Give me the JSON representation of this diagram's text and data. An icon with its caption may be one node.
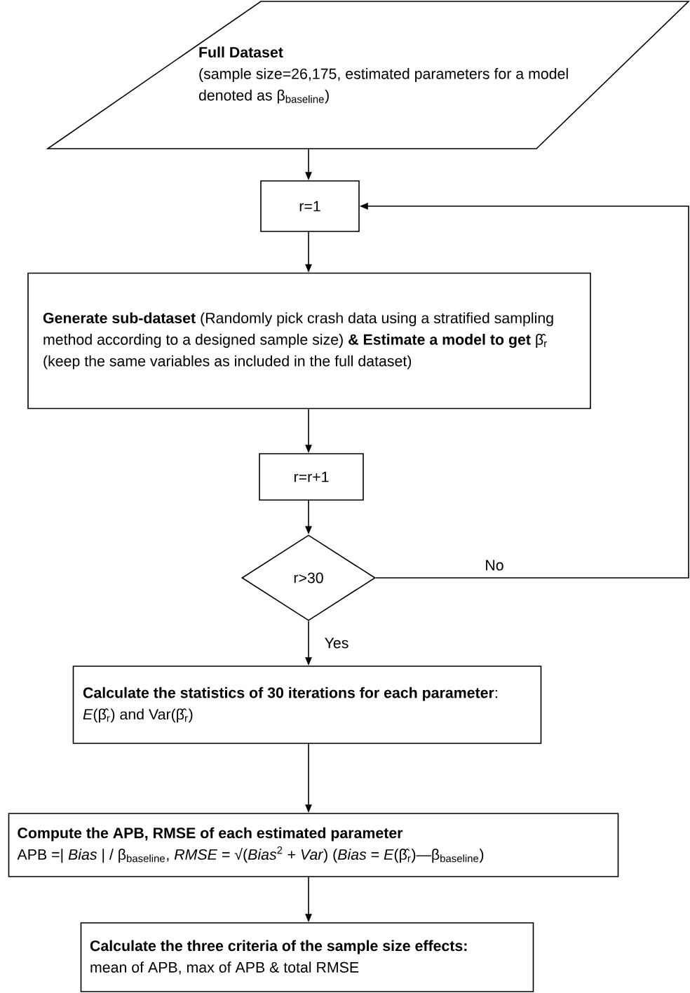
{
  "diagram": {
    "nodes": [
      {
        "text": [
          "Full Dataset",
          "(sample size=26,175, estimated parameters for a model denoted as β$_{baseline}$)"
        ]
      },
      {
        "text": [
          "r=1"
        ]
      },
      {
        "text": [
          "**Generate sub-dataset** (Randomly pick crash data using a stratified sampling method according to a designed sample size) **& Estimate a model to get** β̂$_{r}$ (keep the same variables as included in the full dataset)"
        ]
      },
      {
        "text": [
          "r=r+1"
        ]
      },
      {
        "text": [
          "r>30"
        ]
      },
      {
        "text": [
          "**Calculate the statistics of 30 iterations for each parameter**: *E*(β̂$_{r}$) and Var(β̂$_{r}$)"
        ]
      },
      {
        "text": [
          "Compute the APB, RMSE of each estimated parameter",
          "APB =| *Bias* | / β$_{baseline}$, *RMSE* = √(*Bias*$^{2}$ + *Var*)   (*Bias* = *E*(β̂$_{r}$)—β$_{baseline}$)"
        ]
      },
      {
        "text": [
          "Calculate the three criteria of the sample size effects:",
          "mean of APB, max of APB & total RMSE"
        ]
      }
    ],
    "edges": [
      {
        "from": 0,
        "to": 1,
        "arrow": "to"
      },
      {
        "from": 1,
        "to": 2,
        "arrow": "to"
      },
      {
        "from": 2,
        "to": 3,
        "arrow": "to"
      },
      {
        "from": 3,
        "to": 4,
        "arrow": "to"
      },
      {
        "from": 4,
        "to": 1,
        "arrow": "to",
        "label": "No"
      },
      {
        "from": 4,
        "to": 5,
        "arrow": "to",
        "label": "Yes"
      },
      {
        "from": 5,
        "to": 6,
        "arrow": "to"
      },
      {
        "from": 6,
        "to": 7,
        "arrow": "to"
      }
    ]
  }
}
